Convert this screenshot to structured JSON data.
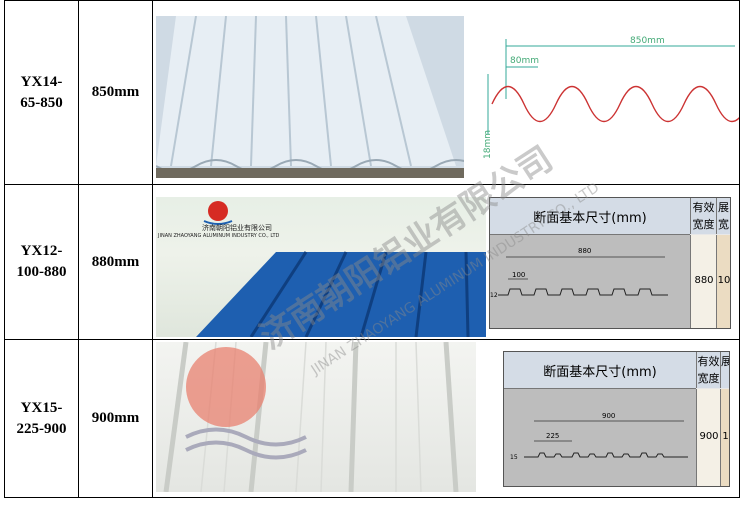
{
  "rows": [
    {
      "model": "YX14-65-850",
      "model_lines": [
        "YX14-",
        "65-850"
      ],
      "width": "850mm",
      "drawing": {
        "total": "850mm",
        "pitch": "80mm",
        "height": "18mm"
      }
    },
    {
      "model": "YX12-100-880",
      "model_lines": [
        "YX12-",
        "100-880"
      ],
      "width": "880mm",
      "photo_logo_cn": "济南朝阳铝业有限公司",
      "photo_logo_en": "JINAN ZHAOYANG ALUMINUM INDUSTRY CO., LTD",
      "spec_table": {
        "header": "断面基本尺寸(mm)",
        "col_effective": "有效宽度",
        "col_next": "展宽",
        "effective_value": "880",
        "next_value": "10",
        "dims": [
          "880",
          "100",
          "12"
        ]
      }
    },
    {
      "model": "YX15-225-900",
      "model_lines": [
        "YX15-",
        "225-900"
      ],
      "width": "900mm",
      "spec_table": {
        "header": "断面基本尺寸(mm)",
        "col_effective": "有效宽度",
        "col_next": "展",
        "effective_value": "900",
        "next_value": "1",
        "dims": [
          "900",
          "225",
          "15"
        ]
      }
    }
  ],
  "watermark": {
    "cn": "济南朝阳铝业有限公司",
    "en": "JINAN ZHAOYANG ALUMINUM INDUSTRY CO., LTD"
  },
  "colors": {
    "border": "#000000",
    "blue_sheet": "#1e5fb0",
    "logo_red": "#d62b23",
    "watermark": "#8a8a8a"
  }
}
